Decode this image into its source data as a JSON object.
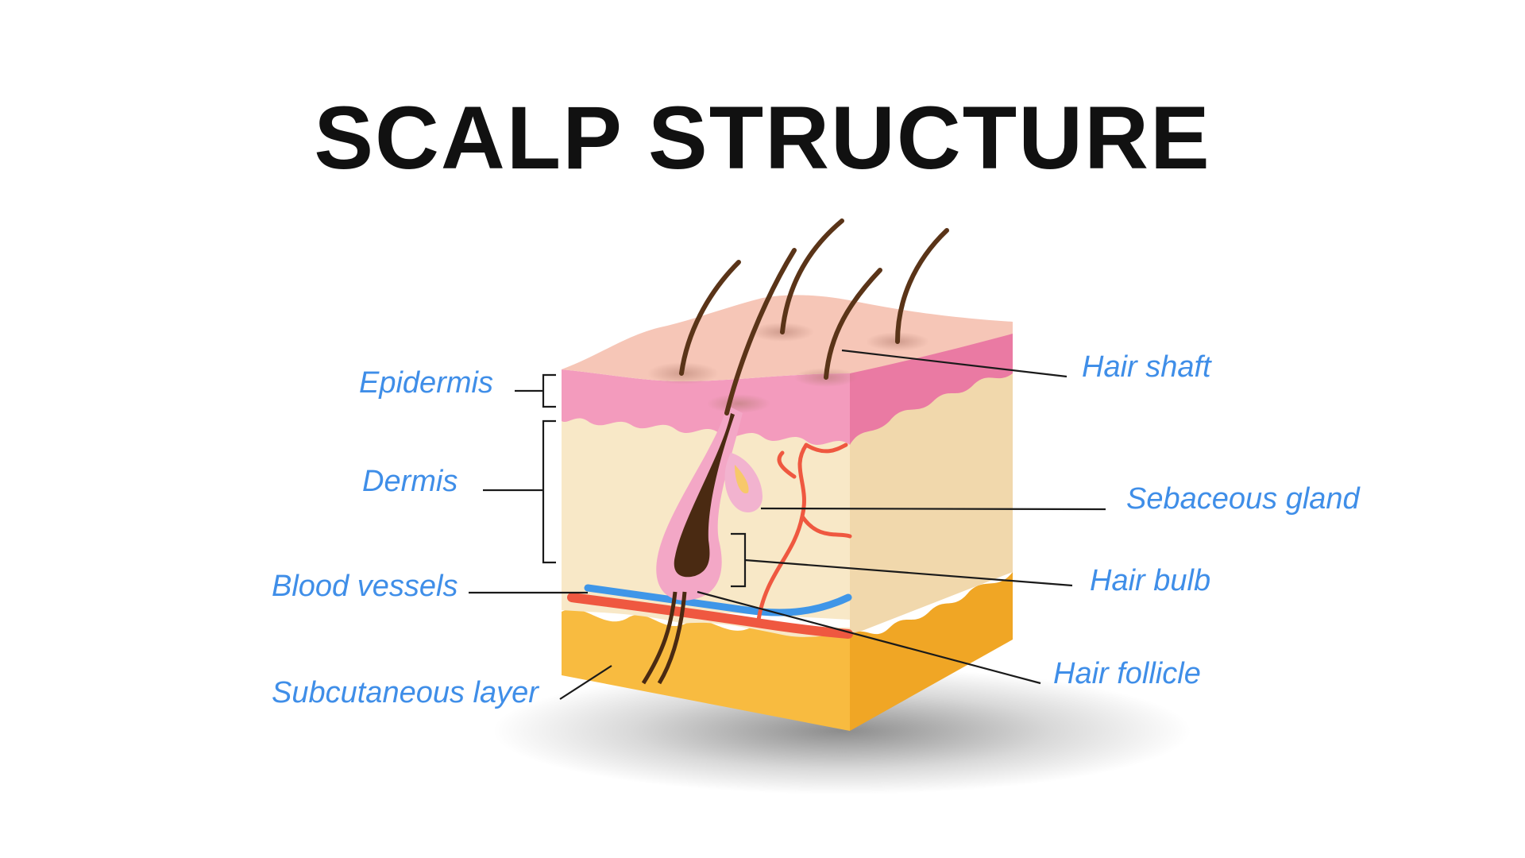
{
  "title": "SCALP STRUCTURE",
  "colors": {
    "label": "#3f8ee8",
    "leader": "#1a1a1a",
    "epidermis_top": "#f6c6b7",
    "epidermis_pink": "#f39bbd",
    "epidermis_side": "#ea7aa3",
    "dermis_front": "#f8e8c7",
    "dermis_side": "#f1d8ac",
    "subcutaneous_front": "#f8bb40",
    "subcutaneous_side": "#f0a625",
    "hair": "#5a3418",
    "follicle": "#f3a7c6",
    "bulb": "#4a2a12",
    "gland": "#f2b3cf",
    "vessel_red": "#ef5840",
    "vessel_blue": "#3f96e8"
  },
  "labels": {
    "epidermis": "Epidermis",
    "dermis": "Dermis",
    "blood_vessels": "Blood vessels",
    "subcutaneous_layer": "Subcutaneous layer",
    "hair_shaft": "Hair shaft",
    "sebaceous_gland": "Sebaceous gland",
    "hair_bulb": "Hair bulb",
    "hair_follicle": "Hair follicle"
  }
}
